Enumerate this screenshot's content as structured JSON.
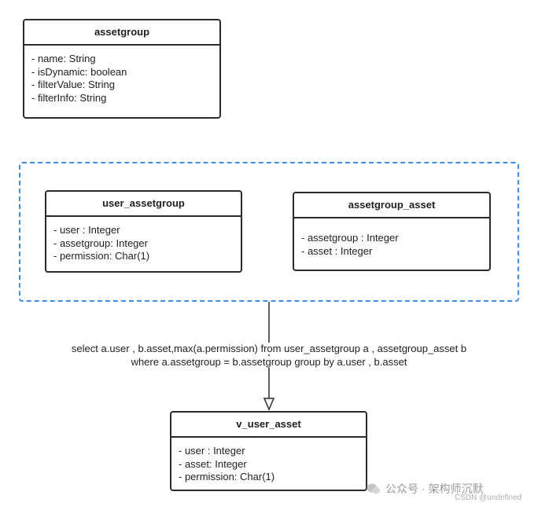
{
  "classes": {
    "assetgroup": {
      "title": "assetgroup",
      "attrs": [
        "- name: String",
        "- isDynamic: boolean",
        "- filterValue: String",
        "- filterInfo: String"
      ]
    },
    "user_assetgroup": {
      "title": "user_assetgroup",
      "attrs": [
        "- user : Integer",
        "- assetgroup: Integer",
        "- permission: Char(1)"
      ]
    },
    "assetgroup_asset": {
      "title": "assetgroup_asset",
      "attrs": [
        "- assetgroup : Integer",
        "- asset : Integer"
      ]
    },
    "v_user_asset": {
      "title": "v_user_asset",
      "attrs": [
        "- user : Integer",
        "- asset: Integer",
        "- permission: Char(1)"
      ]
    }
  },
  "connector": {
    "sql_line1": "select a.user , b.asset,max(a.permission) from user_assetgroup a , assetgroup_asset b",
    "sql_line2": "where a.assetgroup = b.assetgroup group by a.user , b.asset"
  },
  "watermark": {
    "text": "公众号 · 架构师沉默",
    "csdn": "CSDN @undefined"
  },
  "colors": {
    "box_border": "#2b2b2b",
    "group_border": "#3b8ee8"
  }
}
